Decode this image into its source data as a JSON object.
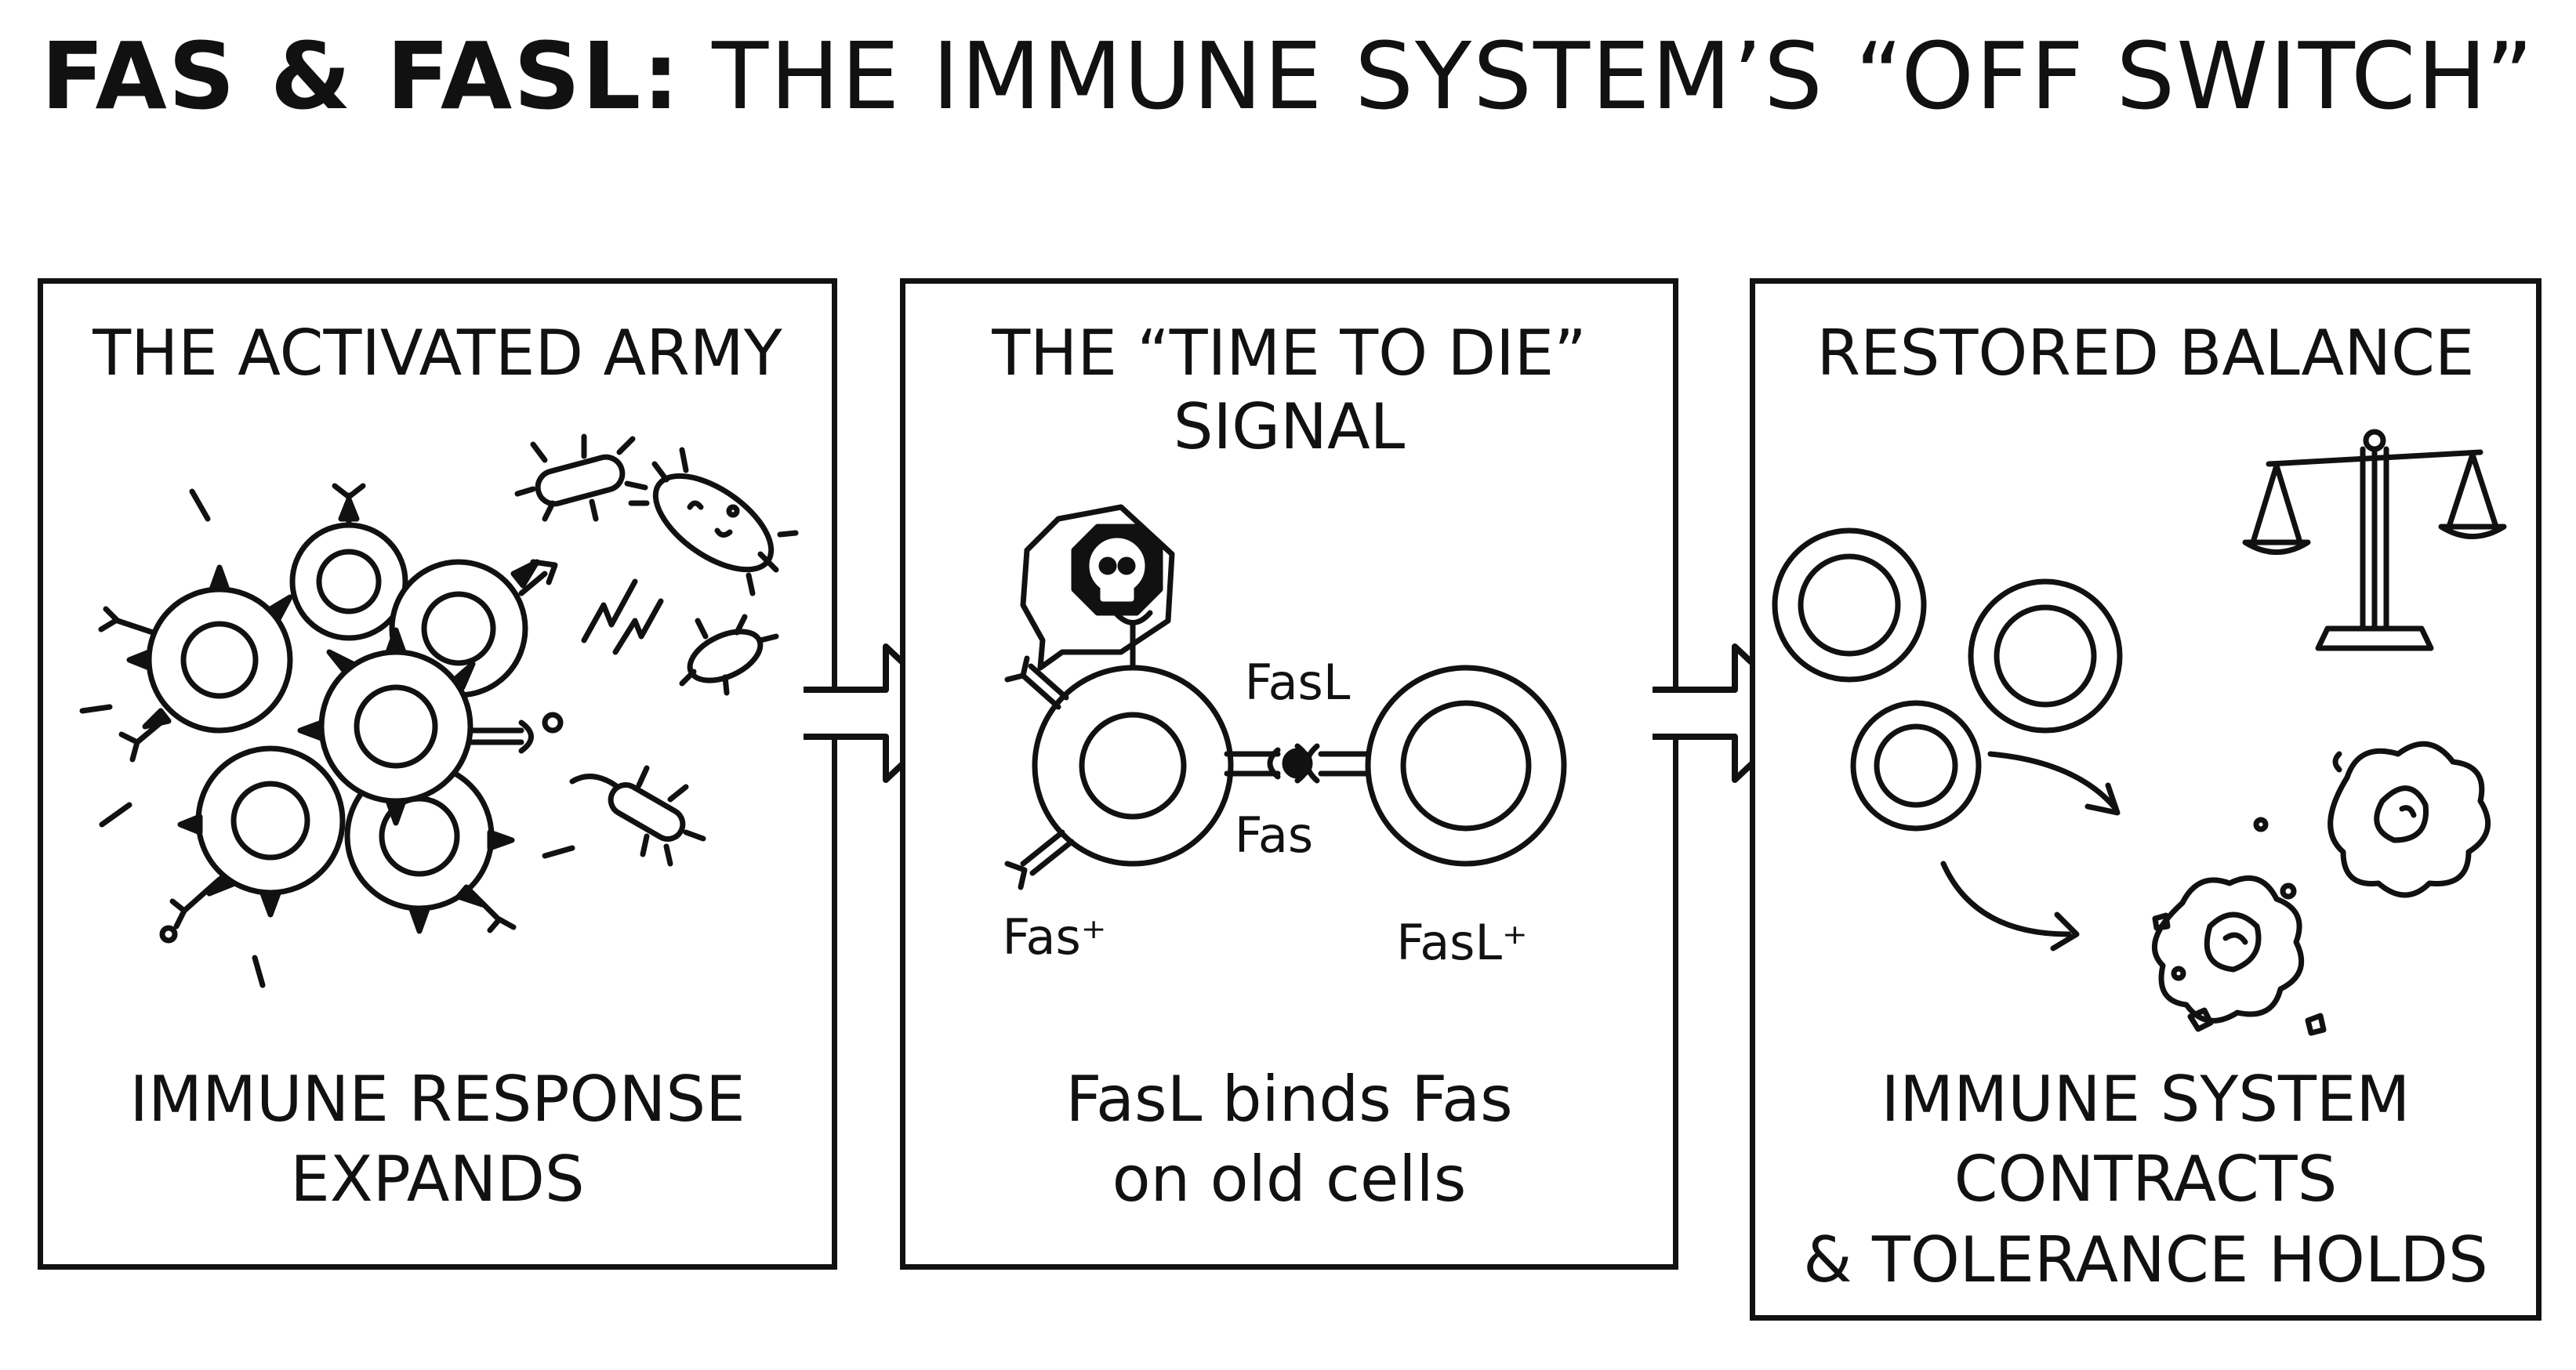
{
  "title": {
    "bold": "FAS & FASL:",
    "rest": " THE IMMUNE SYSTEM’S “OFF SWITCH”"
  },
  "panels": [
    {
      "heading": "THE ACTIVATED ARMY",
      "caption_line1": "IMMUNE RESPONSE",
      "caption_line2": "EXPANDS"
    },
    {
      "heading_line1": "THE “TIME TO DIE”",
      "heading_line2": "SIGNAL",
      "caption_line1": "FasL binds Fas",
      "caption_line2": "on old cells",
      "labels": {
        "fasl": "FasL",
        "fas": "Fas",
        "fas_plus": "Fas⁺",
        "fasl_plus": "FasL⁺"
      }
    },
    {
      "heading": "RESTORED BALANCE",
      "caption_line1": "IMMUNE SYSTEM",
      "caption_line2": "CONTRACTS",
      "caption_line3": "& TOLERANCE HOLDS"
    }
  ],
  "icons": [
    "skull-icon",
    "balance-scale-icon",
    "arrow-right-icon",
    "bacteria-icon",
    "t-cell-icon",
    "apoptotic-cell-icon"
  ],
  "colors": {
    "ink": "#111111",
    "background": "#ffffff"
  }
}
